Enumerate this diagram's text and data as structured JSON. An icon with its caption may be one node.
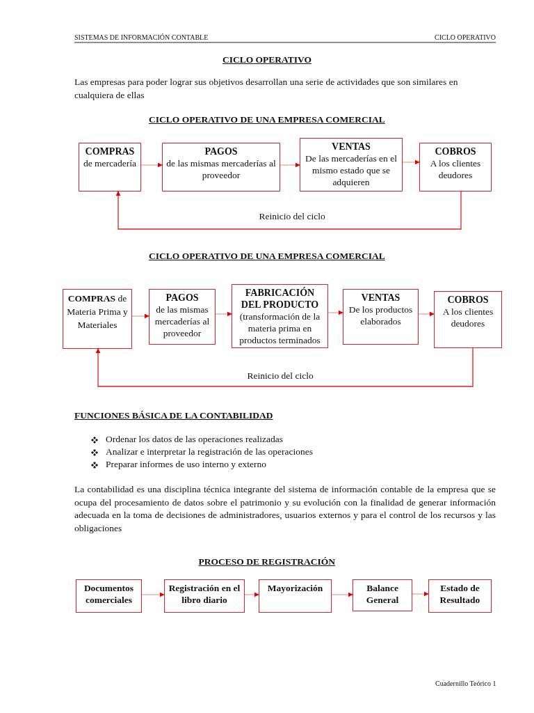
{
  "diagram": {
    "title": "CICLO OPERATIVO",
    "nodes": [
      {
        "text": [
          "COMPRAS",
          "de mercadería"
        ]
      },
      {
        "text": [
          "PAGOS",
          "de las mismas mercaderías al proveedor"
        ]
      },
      {
        "text": [
          "VENTAS",
          "De las mercaderías en el mismo estado que se adquieren"
        ]
      },
      {
        "text": [
          "COBROS",
          "A los clientes deudores"
        ]
      },
      {
        "text": [
          "**COMPRAS** de Materia Prima y Materiales"
        ]
      },
      {
        "text": [
          "PAGOS",
          "de las mismas mercaderías al proveedor"
        ]
      },
      {
        "text": [
          "FABRICACIÓN DEL PRODUCTO",
          "(transformación de la materia prima en productos terminados"
        ]
      },
      {
        "text": [
          "VENTAS",
          "De los productos elaborados"
        ]
      },
      {
        "text": [
          "COBROS",
          "A los clientes deudores"
        ]
      },
      {
        "text": [
          "Documentos comerciales"
        ]
      },
      {
        "text": [
          "Registración en el libro diario"
        ]
      },
      {
        "text": [
          "Mayorización"
        ]
      },
      {
        "text": [
          "Balance General"
        ]
      },
      {
        "text": [
          "Estado de Resultado"
        ]
      }
    ],
    "edges": [
      {
        "from": 0,
        "to": 1,
        "arrow": "to"
      },
      {
        "from": 1,
        "to": 2,
        "arrow": "to"
      },
      {
        "from": 2,
        "to": 3,
        "arrow": "to"
      },
      {
        "from": 3,
        "to": 0,
        "arrow": "to",
        "label": "Reinicio del ciclo",
        "color": "#e02020"
      },
      {
        "from": 4,
        "to": 5,
        "arrow": "to"
      },
      {
        "from": 5,
        "to": 6,
        "arrow": "to"
      },
      {
        "from": 6,
        "to": 7,
        "arrow": "to"
      },
      {
        "from": 7,
        "to": 8,
        "arrow": "to"
      },
      {
        "from": 8,
        "to": 4,
        "arrow": "to",
        "label": "Reinicio del ciclo",
        "color": "#e02020"
      },
      {
        "from": 9,
        "to": 10,
        "arrow": "to"
      },
      {
        "from": 10,
        "to": 11,
        "arrow": "to"
      },
      {
        "from": 11,
        "to": 12,
        "arrow": "to"
      },
      {
        "from": 12,
        "to": 13,
        "arrow": "to"
      }
    ],
    "labels": [
      "SISTEMAS DE INFORMACIÓN  CONTABLE",
      "CICLO OPERATIVO",
      "Las empresas para poder lograr sus objetivos desarrollan una serie de actividades que son similares en cualquiera de ellas",
      "CICLO OPERATIVO DE UNA EMPRESA COMERCIAL",
      "CICLO OPERATIVO DE UNA EMPRESA COMERCIAL",
      "FUNCIONES BÁSICA DE LA CONTABILIDAD",
      "Ordenar los datos de las operaciones realizadas",
      "Analizar e interpretar la registración de las operaciones",
      "Preparar informes de uso interno y externo",
      "La contabilidad es una disciplina técnica integrante del sistema de información contable de la empresa que se ocupa del procesamiento de datos sobre el patrimonio y su evolución con la finalidad de generar información adecuada en la toma de decisiones de administradores, usuarios externos y para el control de los recursos y las obligaciones",
      "PROCESO DE REGISTRACIÓN",
      "Cuadernillo Teórico 1"
    ]
  }
}
